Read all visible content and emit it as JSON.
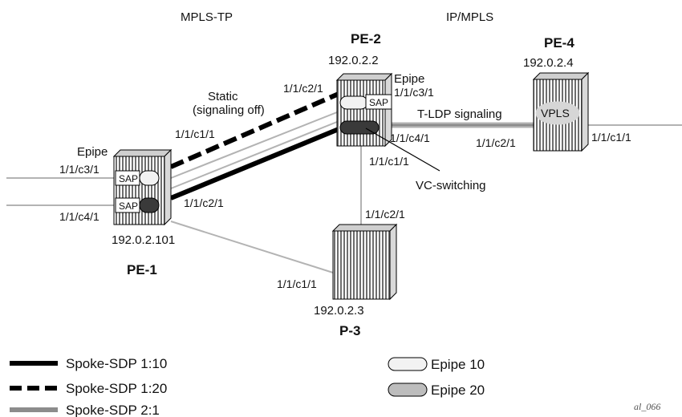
{
  "domains": {
    "left": "MPLS-TP",
    "right": "IP/MPLS"
  },
  "nodes": {
    "pe1": {
      "name": "PE-1",
      "ip": "192.0.2.101",
      "service": "Epipe",
      "port_sap1": "1/1/c3/1",
      "port_sap2": "1/1/c4/1",
      "sap1_label": "SAP",
      "sap2_label": "SAP",
      "port_uplink": "1/1/c2/1"
    },
    "pe2": {
      "name": "PE-2",
      "ip": "192.0.2.2",
      "service": "Epipe",
      "port_mplstp": "1/1/c2/1",
      "port_static": "1/1/c1/1",
      "port_sap": "1/1/c3/1",
      "sap_label": "SAP",
      "port_pe4": "1/1/c4/1",
      "port_p3": "1/1/c1/1"
    },
    "pe4": {
      "name": "PE-4",
      "ip": "192.0.2.4",
      "service_label": "VPLS",
      "port_pe2": "1/1/c2/1",
      "port_out": "1/1/c1/1"
    },
    "p3": {
      "name": "P-3",
      "ip": "192.0.2.3",
      "port_pe2": "1/1/c2/1",
      "port_pe1": "1/1/c1/1"
    }
  },
  "annotations": {
    "static_line1": "Static",
    "static_line2": "(signaling off)",
    "tldp": "T-LDP signaling",
    "vc_switching": "VC-switching"
  },
  "legend": {
    "sdp_110": "Spoke-SDP 1:10",
    "sdp_120": "Spoke-SDP 1:20",
    "sdp_21": "Spoke-SDP 2:1",
    "epipe10": "Epipe 10",
    "epipe20": "Epipe 20"
  },
  "colors": {
    "epipe10_fill": "#f2f2f2",
    "epipe20_fill": "#3a3a3a",
    "link": "#b3b3b3",
    "sdp21": "#8c8c8c"
  },
  "figure_tag": "al_066"
}
